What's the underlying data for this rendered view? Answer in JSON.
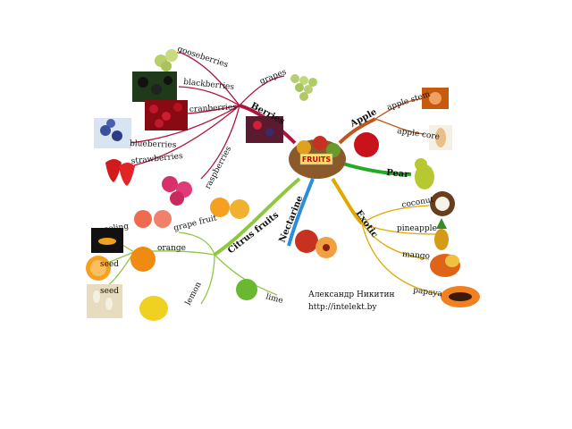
{
  "center": {
    "label": "FRUITS"
  },
  "branches": {
    "berries": {
      "label": "Berries",
      "items": [
        "gooseberries",
        "blackberries",
        "cranberries",
        "blueberries",
        "strawberries",
        "raspberries",
        "grapes"
      ]
    },
    "apple": {
      "label": "Apple",
      "items": [
        "apple stem",
        "apple core"
      ]
    },
    "pear": {
      "label": "Pear"
    },
    "exotic": {
      "label": "Exotic",
      "items": [
        "coconut",
        "pineapple",
        "mango",
        "papaya"
      ]
    },
    "nectarine": {
      "label": "Nectarine"
    },
    "citrus": {
      "label": "Citrus fruits",
      "items": [
        "grape fruit",
        "orange",
        "lemon",
        "lime"
      ],
      "orange_items": [
        "seeling",
        "seed",
        "seed"
      ]
    }
  },
  "credit": {
    "author": "Александр Никитин",
    "url": "http://intelekt.by"
  },
  "colors": {
    "berries": "#b0143c",
    "apple": "#c0561a",
    "pear": "#22aa22",
    "exotic": "#e0a800",
    "nectarine": "#2a8fd8",
    "citrus": "#8fc73e"
  }
}
